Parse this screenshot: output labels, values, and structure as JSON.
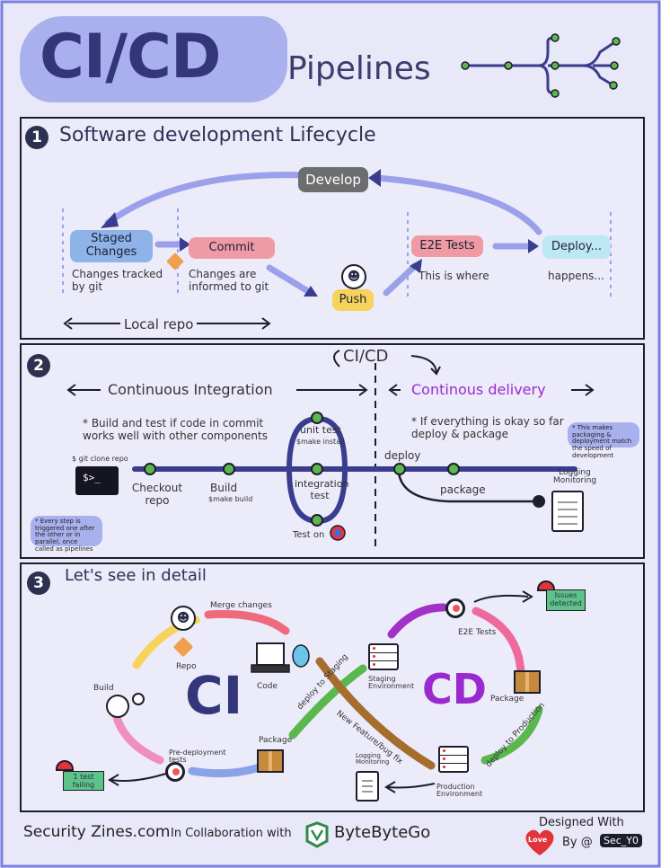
{
  "header": {
    "title": "CI/CD",
    "subtitle": "Pipelines"
  },
  "section1": {
    "number": "1",
    "title": "Software development Lifecycle",
    "develop": "Develop",
    "staged": "Staged Changes",
    "commit": "Commit",
    "push": "Push",
    "e2e": "E2E Tests",
    "deploy": "Deploy...",
    "changes_tracked": "Changes tracked by git",
    "changes_informed": "Changes are informed to git",
    "this_is_where": "This is where",
    "happens": "happens...",
    "local_repo": "Local repo"
  },
  "section2": {
    "number": "2",
    "cicd": "CI/CD",
    "ci": "Continuous Integration",
    "cd": "Continous delivery",
    "ci_desc": "* Build and test if code in commit works well with other components",
    "cd_desc": "* If everything is okay so far deploy & package",
    "cd_note": "* This makes packaging & deployment match the speed of development",
    "git_clone": "$ git clone repo",
    "prompt": "$>_",
    "checkout": "Checkout repo",
    "build": "Build",
    "make_build": "$make build",
    "unit_test": "unit test",
    "make_install": "$make install",
    "integration": "integration test",
    "test_on": "Test on",
    "deploy": "deploy",
    "package": "package",
    "logging": "Logging Monitoring",
    "step_note": "* Every step is triggered one after the other or in parallel, once called as pipelines"
  },
  "section3": {
    "number": "3",
    "title": "Let's see in detail",
    "ci": "CI",
    "cd": "CD",
    "merge": "Merge changes",
    "repo": "Repo",
    "code": "Code",
    "build": "Build",
    "pre_deploy": "Pre-deployment tests",
    "package_left": "Package",
    "test_failing": "1 test failing",
    "deploy_staging": "deploy to Staging",
    "new_feature": "New Feature/bug fix",
    "staging_env": "Staging Environment",
    "e2e": "E2E Tests",
    "issues": "Issues detected",
    "package_right": "Package",
    "deploy_production": "deploy to Production",
    "prod_env": "Production Environment",
    "logging": "Logging Monitoring"
  },
  "footer": {
    "brand": "Security Zines.com",
    "collab": "In Collaboration with",
    "partner": "ByteByteGo",
    "designed": "Designed With",
    "love": "Love",
    "by": "By @",
    "handle": "Sec_Y0"
  },
  "colors": {
    "accent": "#a9b0ee",
    "ci_purple": "#34367a",
    "cd_purple": "#9a2ad0",
    "commit_pink": "#ef9aa4",
    "green": "#5ab84e",
    "push_yellow": "#f6d35b"
  }
}
